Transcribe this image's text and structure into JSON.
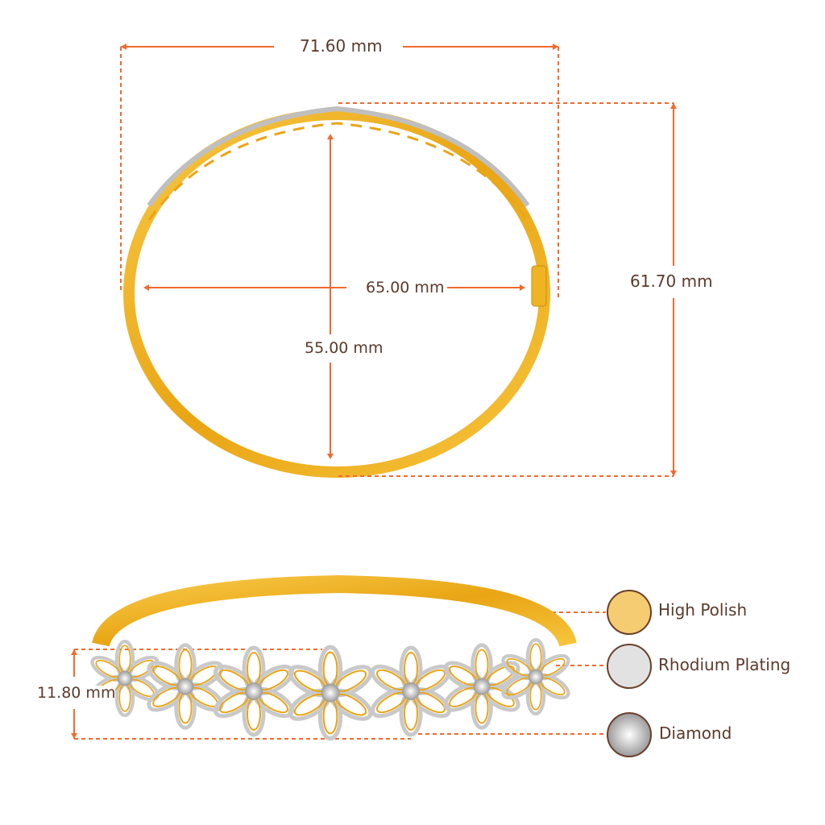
{
  "dimensions": {
    "overall_width": "71.60 mm",
    "overall_height": "61.70 mm",
    "inner_width": "65.00 mm",
    "inner_height": "55.00 mm",
    "motif_height": "11.80 mm"
  },
  "legend": [
    {
      "label": "High Polish",
      "color": "#f5cc72"
    },
    {
      "label": "Rhodium Plating",
      "color": "#e2e2e2"
    },
    {
      "label": "Diamond",
      "color": "#d8d8d8"
    }
  ],
  "colors": {
    "accent": "#f26a2e",
    "text": "#5b3a2c",
    "gold": "#f0b323"
  }
}
